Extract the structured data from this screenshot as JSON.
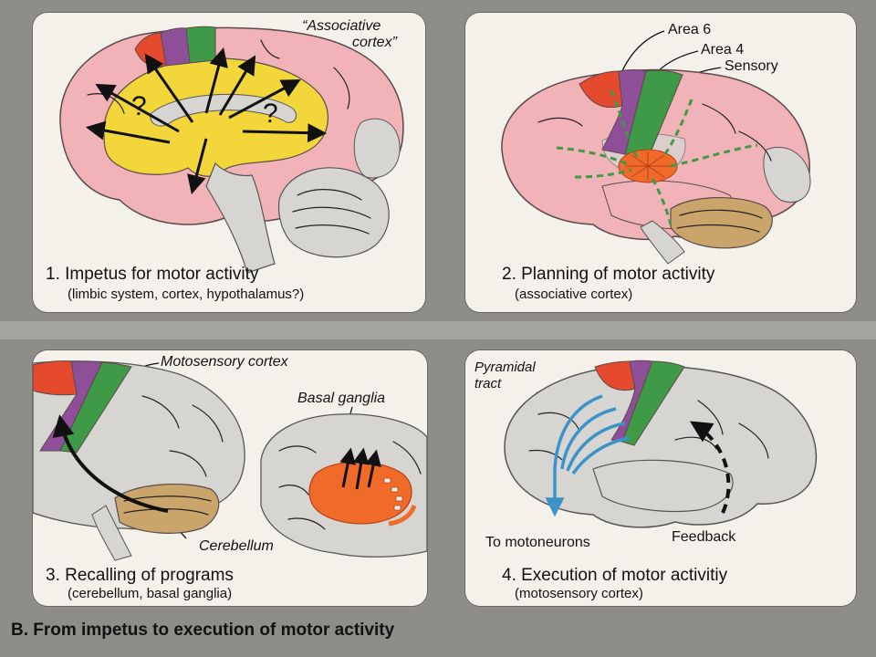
{
  "footer": "B. From impetus to execution of motor activity",
  "panels": {
    "p1": {
      "caption": "1. Impetus for motor activity",
      "subcaption": "(limbic system, cortex, hypothalamus?)",
      "label_assoc_line1": "“Associative",
      "label_assoc_line2": "cortex”",
      "question": "?"
    },
    "p2": {
      "caption": "2. Planning of motor activity",
      "subcaption": "(associative cortex)",
      "label_area6": "Area 6",
      "label_area4": "Area 4",
      "label_sensory": "Sensory"
    },
    "p3": {
      "caption": "3. Recalling of programs",
      "subcaption": "(cerebellum, basal ganglia)",
      "label_motosensory": "Motosensory cortex",
      "label_basal": "Basal ganglia",
      "label_cerebellum": "Cerebellum"
    },
    "p4": {
      "caption": "4. Execution of motor activitiy",
      "subcaption": "(motosensory cortex)",
      "label_pyramidal_line1": "Pyramidal",
      "label_pyramidal_line2": "tract",
      "label_motoneurons": "To motoneurons",
      "label_feedback": "Feedback"
    }
  },
  "colors": {
    "background": "#8f8d88",
    "panel": "#f4f1ea",
    "cortex_pink": "#f2b3b8",
    "limbic_yellow": "#f2d63a",
    "brain_gray": "#d6d5d2",
    "red_area": "#e64a2e",
    "purple_area": "#8f4f98",
    "green_area": "#3f9a47",
    "cerebellum_tan": "#c9a56b",
    "basal_orange": "#f06a2a",
    "tract_blue": "#3c93c8",
    "path_green": "#3f9a47"
  }
}
